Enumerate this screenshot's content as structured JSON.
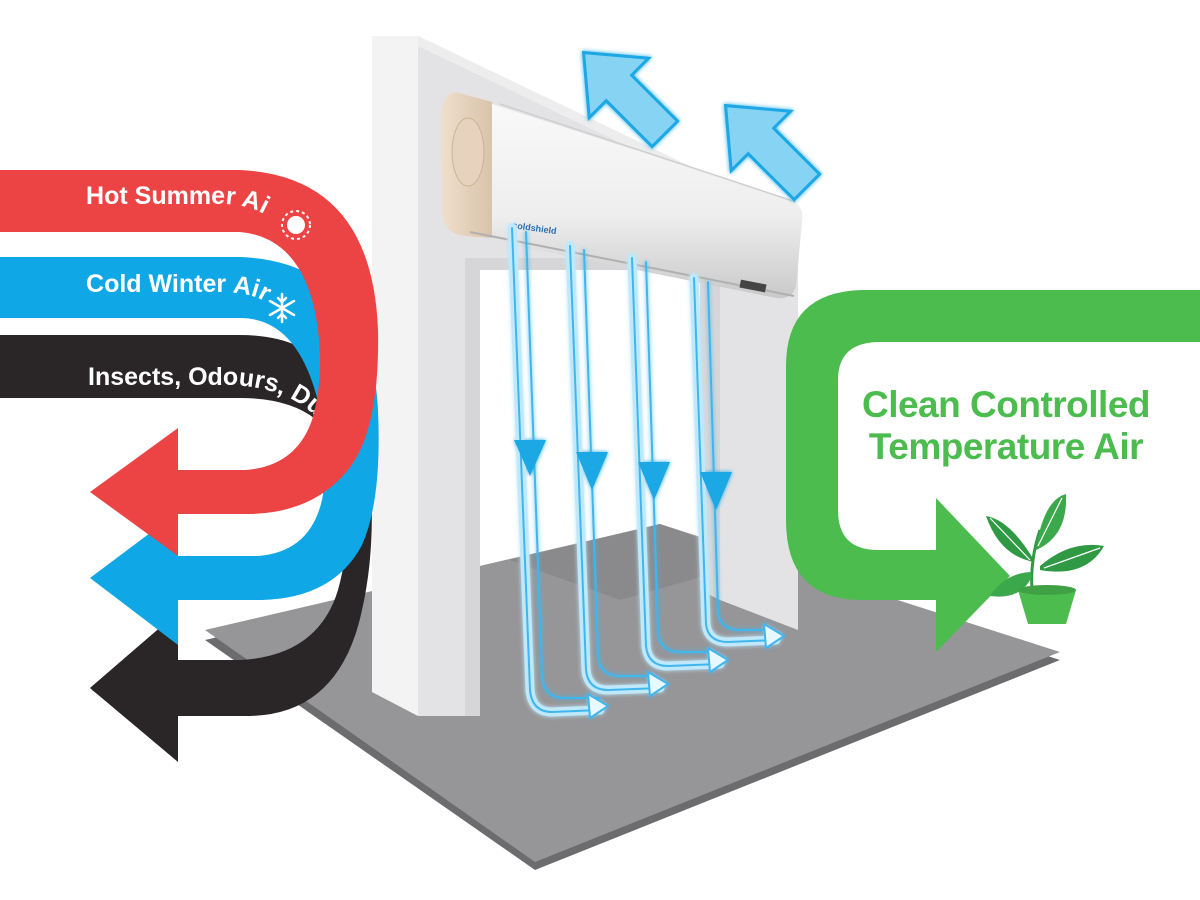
{
  "labels": {
    "hot": "Hot Summer Air",
    "cold": "Cold Winter Air",
    "insects": "Insects, Odours, Dust",
    "clean_line1": "Clean Controlled",
    "clean_line2": "Temperature Air",
    "brand": "coldshield"
  },
  "colors": {
    "hot": "#ec4444",
    "cold": "#10a7e6",
    "insects": "#2a2627",
    "clean": "#4cbc4f",
    "airflow": "#3fb6ee",
    "airflow_glow": "#bfe9fb",
    "floor": "#969698",
    "floor_side": "#6c6c6e",
    "wall": "#e6e6e8",
    "unit": "#f2f2f2",
    "unit_cap": "#e9d7c3"
  },
  "icons": [
    "sun-icon",
    "snowflake-icon",
    "spider-icon",
    "plant-icon"
  ]
}
